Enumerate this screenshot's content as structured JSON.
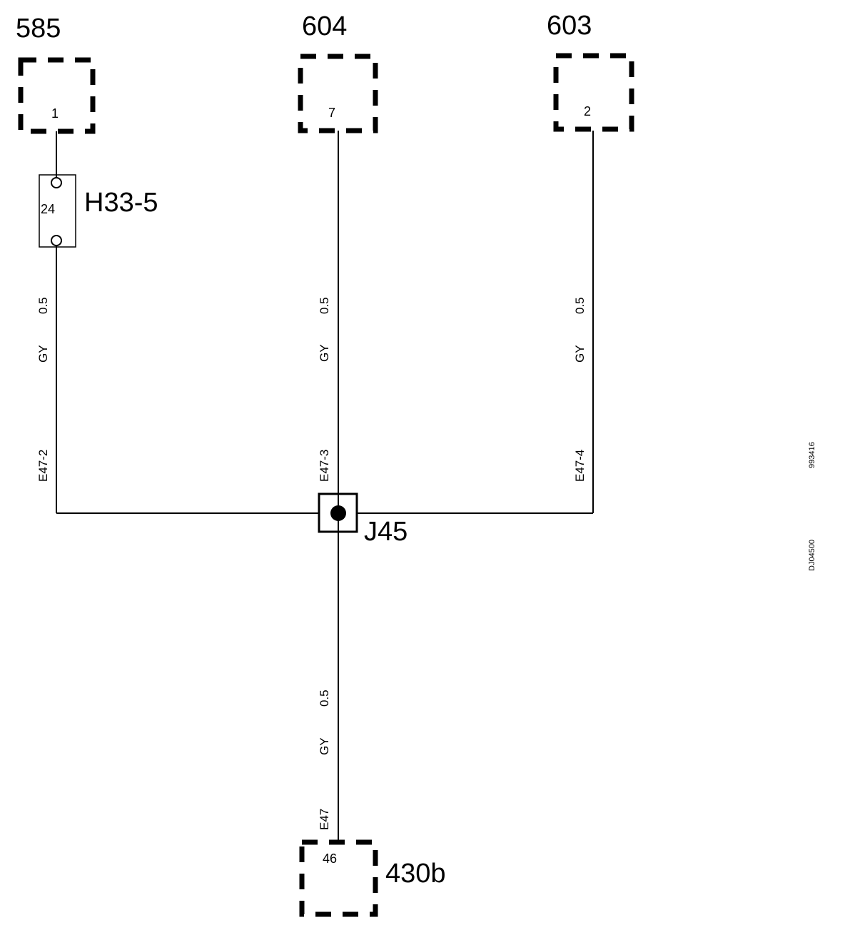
{
  "components": {
    "c585": {
      "name": "585",
      "pin": "1"
    },
    "c604": {
      "name": "604",
      "pin": "7"
    },
    "c603": {
      "name": "603",
      "pin": "2"
    },
    "c430b": {
      "name": "430b",
      "pin": "46"
    }
  },
  "inline_connector": {
    "name": "H33-5",
    "pin": "24"
  },
  "splice": {
    "name": "J45"
  },
  "wires": {
    "left": {
      "size": "0.5",
      "color": "GY",
      "id": "E47-2"
    },
    "middle": {
      "size": "0.5",
      "color": "GY",
      "id": "E47-3"
    },
    "right": {
      "size": "0.5",
      "color": "GY",
      "id": "E47-4"
    },
    "bottom": {
      "size": "0.5",
      "color": "GY",
      "id": "E47"
    }
  },
  "codes": {
    "code1": "993416",
    "code2": "DJ04500"
  }
}
